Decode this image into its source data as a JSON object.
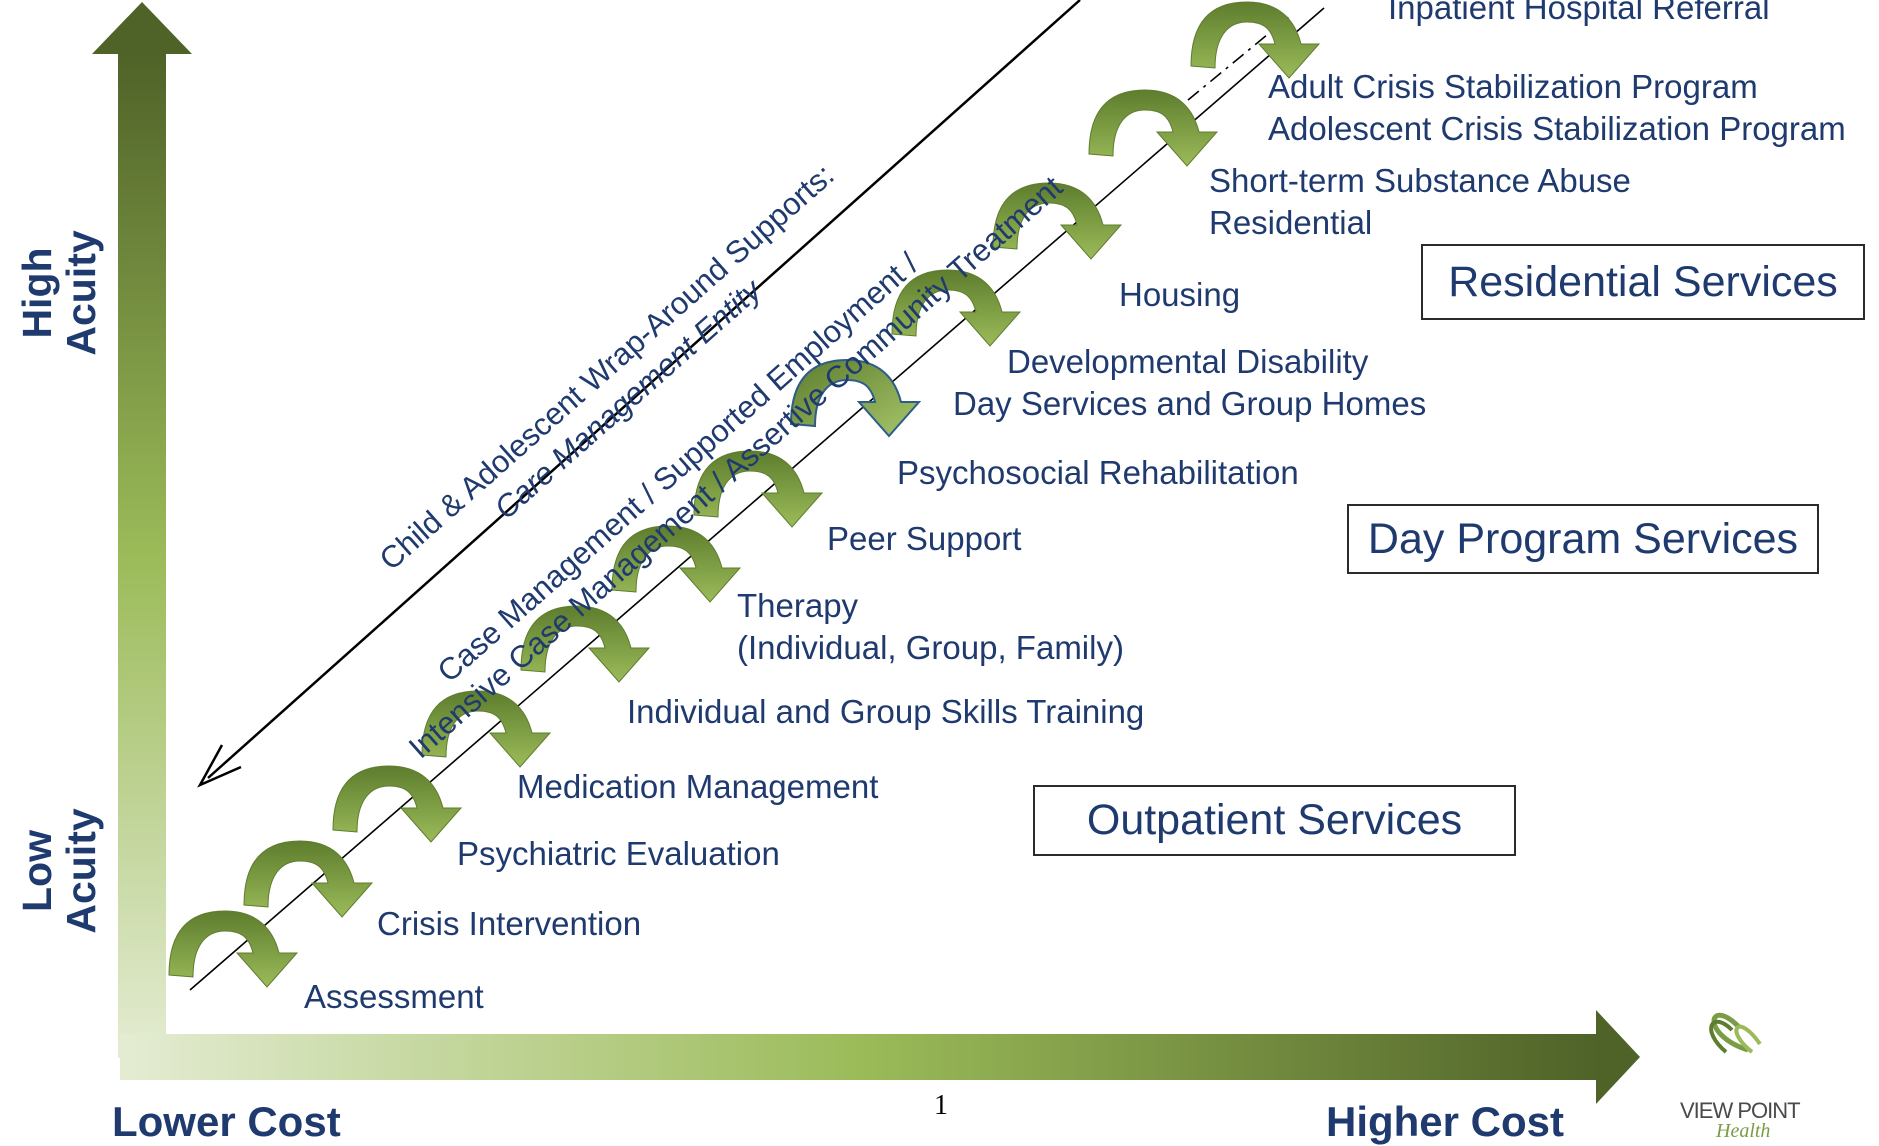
{
  "axes": {
    "y_high": [
      "High",
      "Acuity"
    ],
    "y_low": [
      "Low",
      "Acuity"
    ],
    "x_low": "Lower Cost",
    "x_high": "Higher Cost"
  },
  "diagonal_labels": {
    "child": "Child & Adolescent Wrap-Around Supports:",
    "child_sub": "Care Management Entity",
    "case_mgmt": "Case Management / Supported Employment /",
    "case_mgmt_sub": "Intensive Case Management / Assertive Community Treatment"
  },
  "services": [
    "Assessment",
    "Crisis Intervention",
    "Psychiatric Evaluation",
    "Medication Management",
    "Individual and Group Skills Training",
    "Therapy",
    "(Individual, Group, Family)",
    "Peer Support",
    "Psychosocial Rehabilitation",
    "Developmental Disability",
    "Day Services and Group Homes",
    "Housing",
    "Short-term Substance Abuse",
    "Residential",
    "Adult Crisis Stabilization Program",
    "Adolescent Crisis Stabilization Program",
    "Inpatient Hospital Referral"
  ],
  "categories": {
    "residential": "Residential Services",
    "day_program": "Day Program Services",
    "outpatient": "Outpatient Services"
  },
  "page_number": "1",
  "logo": {
    "name": "VIEW POINT",
    "tagline": "Health"
  },
  "colors": {
    "green_dark": "#4f6228",
    "green_mid": "#9bbb59",
    "green_light": "#d7e4bd",
    "text_blue": "#1f3a6e",
    "arrow_fill": "#7a9c45",
    "highlight_arrow": "#9bbb59"
  }
}
